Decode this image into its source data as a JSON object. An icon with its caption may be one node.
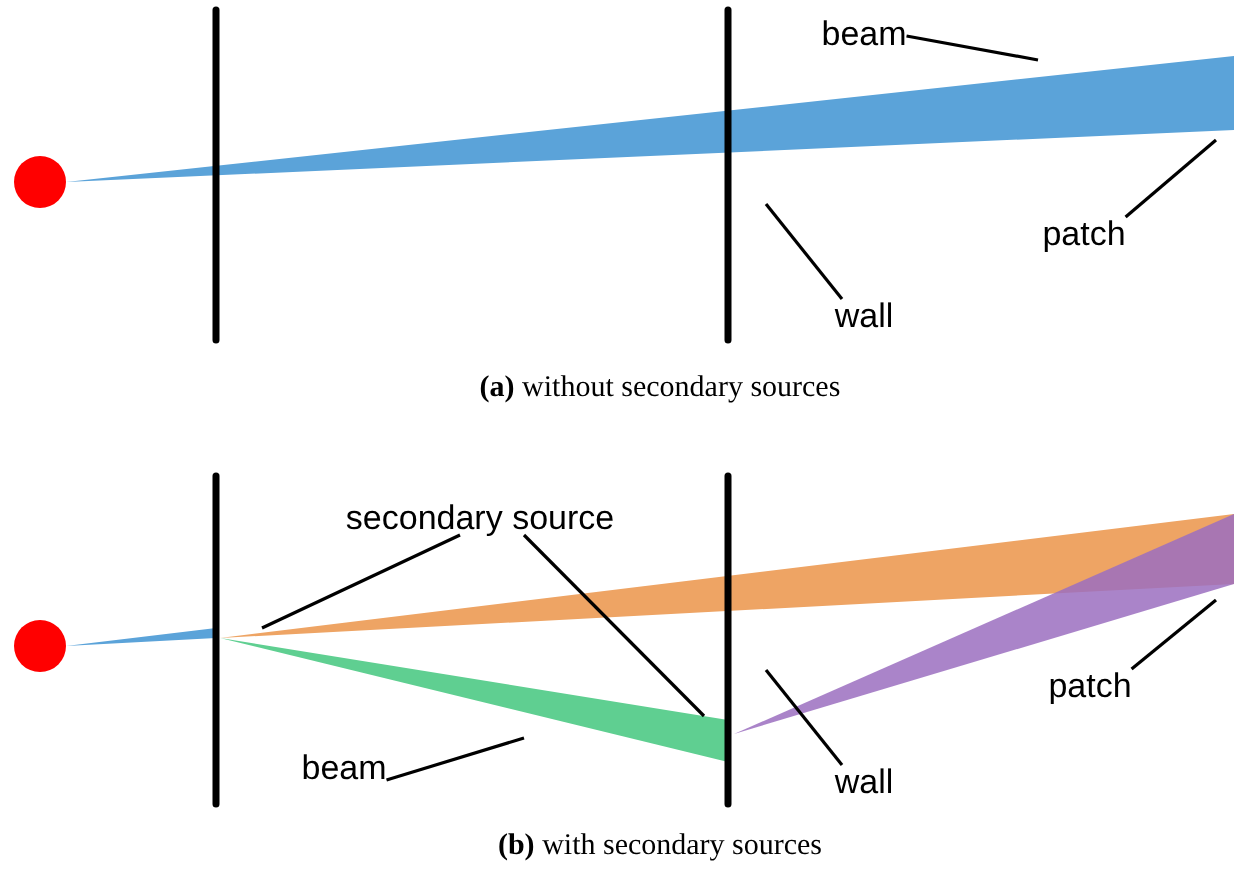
{
  "diagram": {
    "nodes": [
      {
        "text": [
          "beam"
        ]
      },
      {
        "text": [
          "wall"
        ]
      },
      {
        "text": [
          "patch"
        ]
      },
      {
        "text": [
          "secondary source"
        ]
      },
      {
        "text": [
          "beam"
        ]
      },
      {
        "text": [
          "wall"
        ]
      },
      {
        "text": [
          "patch"
        ]
      }
    ],
    "edges": [
      {
        "from": 0,
        "to": null,
        "arrow": "none"
      },
      {
        "from": 1,
        "to": null,
        "arrow": "none"
      },
      {
        "from": 2,
        "to": null,
        "arrow": "none"
      },
      {
        "from": 3,
        "to": null,
        "arrow": "none"
      },
      {
        "from": 3,
        "to": null,
        "arrow": "none"
      },
      {
        "from": 4,
        "to": null,
        "arrow": "none"
      },
      {
        "from": 5,
        "to": null,
        "arrow": "none"
      },
      {
        "from": 6,
        "to": null,
        "arrow": "none"
      }
    ],
    "labels": [
      "**(a)** without secondary sources",
      "**(b)** with secondary sources"
    ]
  }
}
